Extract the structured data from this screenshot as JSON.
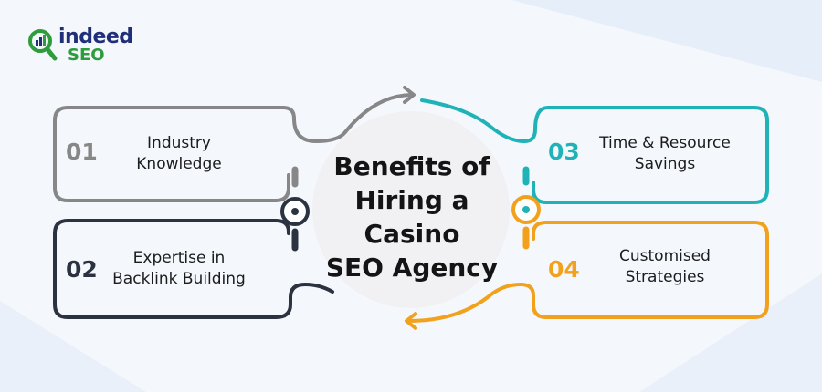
{
  "logo": {
    "word": "indeed",
    "sub": "SEO"
  },
  "center_title_lines": [
    "Benefits of",
    "Hiring a",
    "Casino",
    "SEO Agency"
  ],
  "steps": [
    {
      "number": "01",
      "lines": [
        "Industry",
        "Knowledge"
      ],
      "color": "#878787"
    },
    {
      "number": "02",
      "lines": [
        "Expertise in",
        "Backlink Building"
      ],
      "color": "#2b3340"
    },
    {
      "number": "03",
      "lines": [
        "Time & Resource",
        "Savings"
      ],
      "color": "#1fb3b8"
    },
    {
      "number": "04",
      "lines": [
        "Customised",
        "Strategies"
      ],
      "color": "#f2a11c"
    }
  ],
  "colors": {
    "logo_blue": "#1f2f7a",
    "logo_green": "#2e9c3d",
    "background_tint": "#eef3fb"
  }
}
